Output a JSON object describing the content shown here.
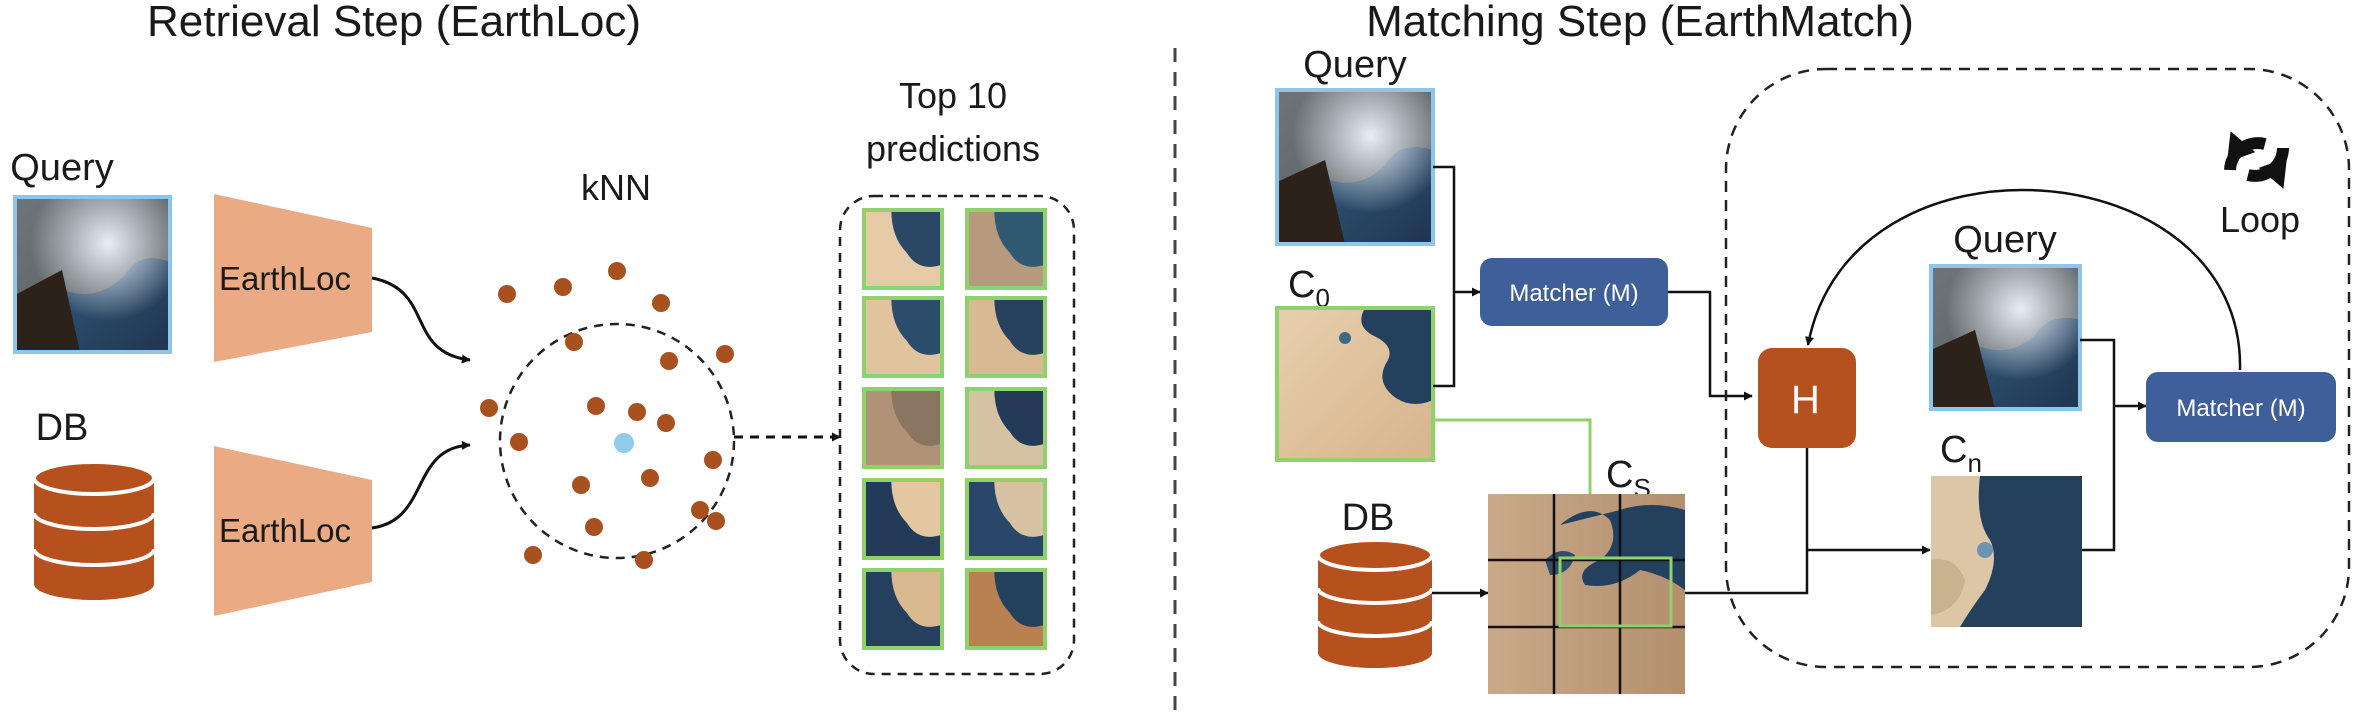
{
  "retrieval": {
    "title": "Retrieval Step (EarthLoc)",
    "query_label": "Query",
    "db_label": "DB",
    "encoder_label": "EarthLoc",
    "knn_label": "kNN",
    "top_label_line1": "Top 10",
    "top_label_line2": "predictions"
  },
  "matching": {
    "title": "Matching Step (EarthMatch)",
    "query_label": "Query",
    "c0_label": "C",
    "c0_sub": "0",
    "db_label": "DB",
    "cs_label": "C",
    "cs_sub": "S",
    "matcher_label": "Matcher (M)",
    "h_label": "H",
    "loop_label": "Loop",
    "loop_query_label": "Query",
    "cn_label": "C",
    "cn_sub": "n"
  },
  "colors": {
    "query_border": "#8ec5ea",
    "prediction_border": "#8fd16a",
    "encoder_fill": "#e9aa84",
    "db_fill": "#b6501c",
    "knn_point": "#a9501f",
    "query_point": "#8fcbea",
    "matcher_fill": "#3e5f9a",
    "h_fill": "#b4511f"
  }
}
